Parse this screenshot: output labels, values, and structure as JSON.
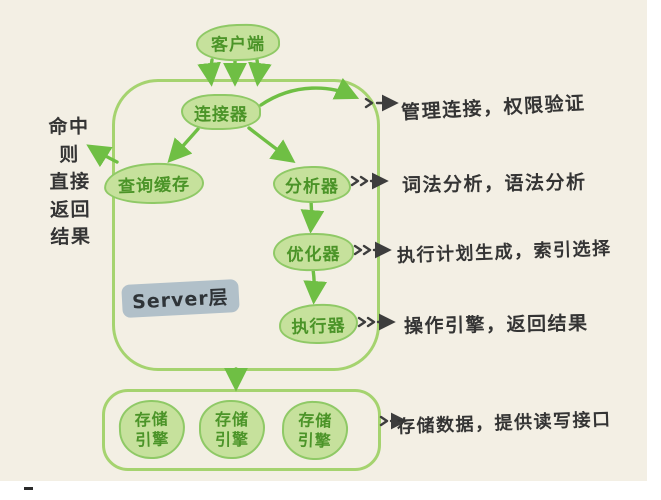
{
  "colors": {
    "canvas_bg": "#f3efe4",
    "bubble_fill": "#c6e19c",
    "bubble_border": "#8fc966",
    "bubble_text": "#4b9428",
    "box_border": "#a5d36f",
    "arrow_green": "#6fbf44",
    "arrow_dark": "#3d3d3d",
    "note_text": "#343434",
    "server_label_bg": "#b1c0c9"
  },
  "nodes": {
    "client": "客户端",
    "connector": "连接器",
    "query_cache": "查询缓存",
    "analyzer": "分析器",
    "optimizer": "优化器",
    "executor": "执行器",
    "server_layer_label": "Server层",
    "storage_engines": [
      "存储\n引擎",
      "存储\n引擎",
      "存储\n引擎"
    ]
  },
  "annotations": {
    "connector_note": "管理连接，权限验证",
    "analyzer_note": "词法分析，语法分析",
    "optimizer_note": "执行计划生成，索引选择",
    "executor_note": "操作引擎，返回结果",
    "storage_note": "存储数据，提供读写接口",
    "cache_hit_note": "命中\n则\n直接\n返回\n结果"
  }
}
